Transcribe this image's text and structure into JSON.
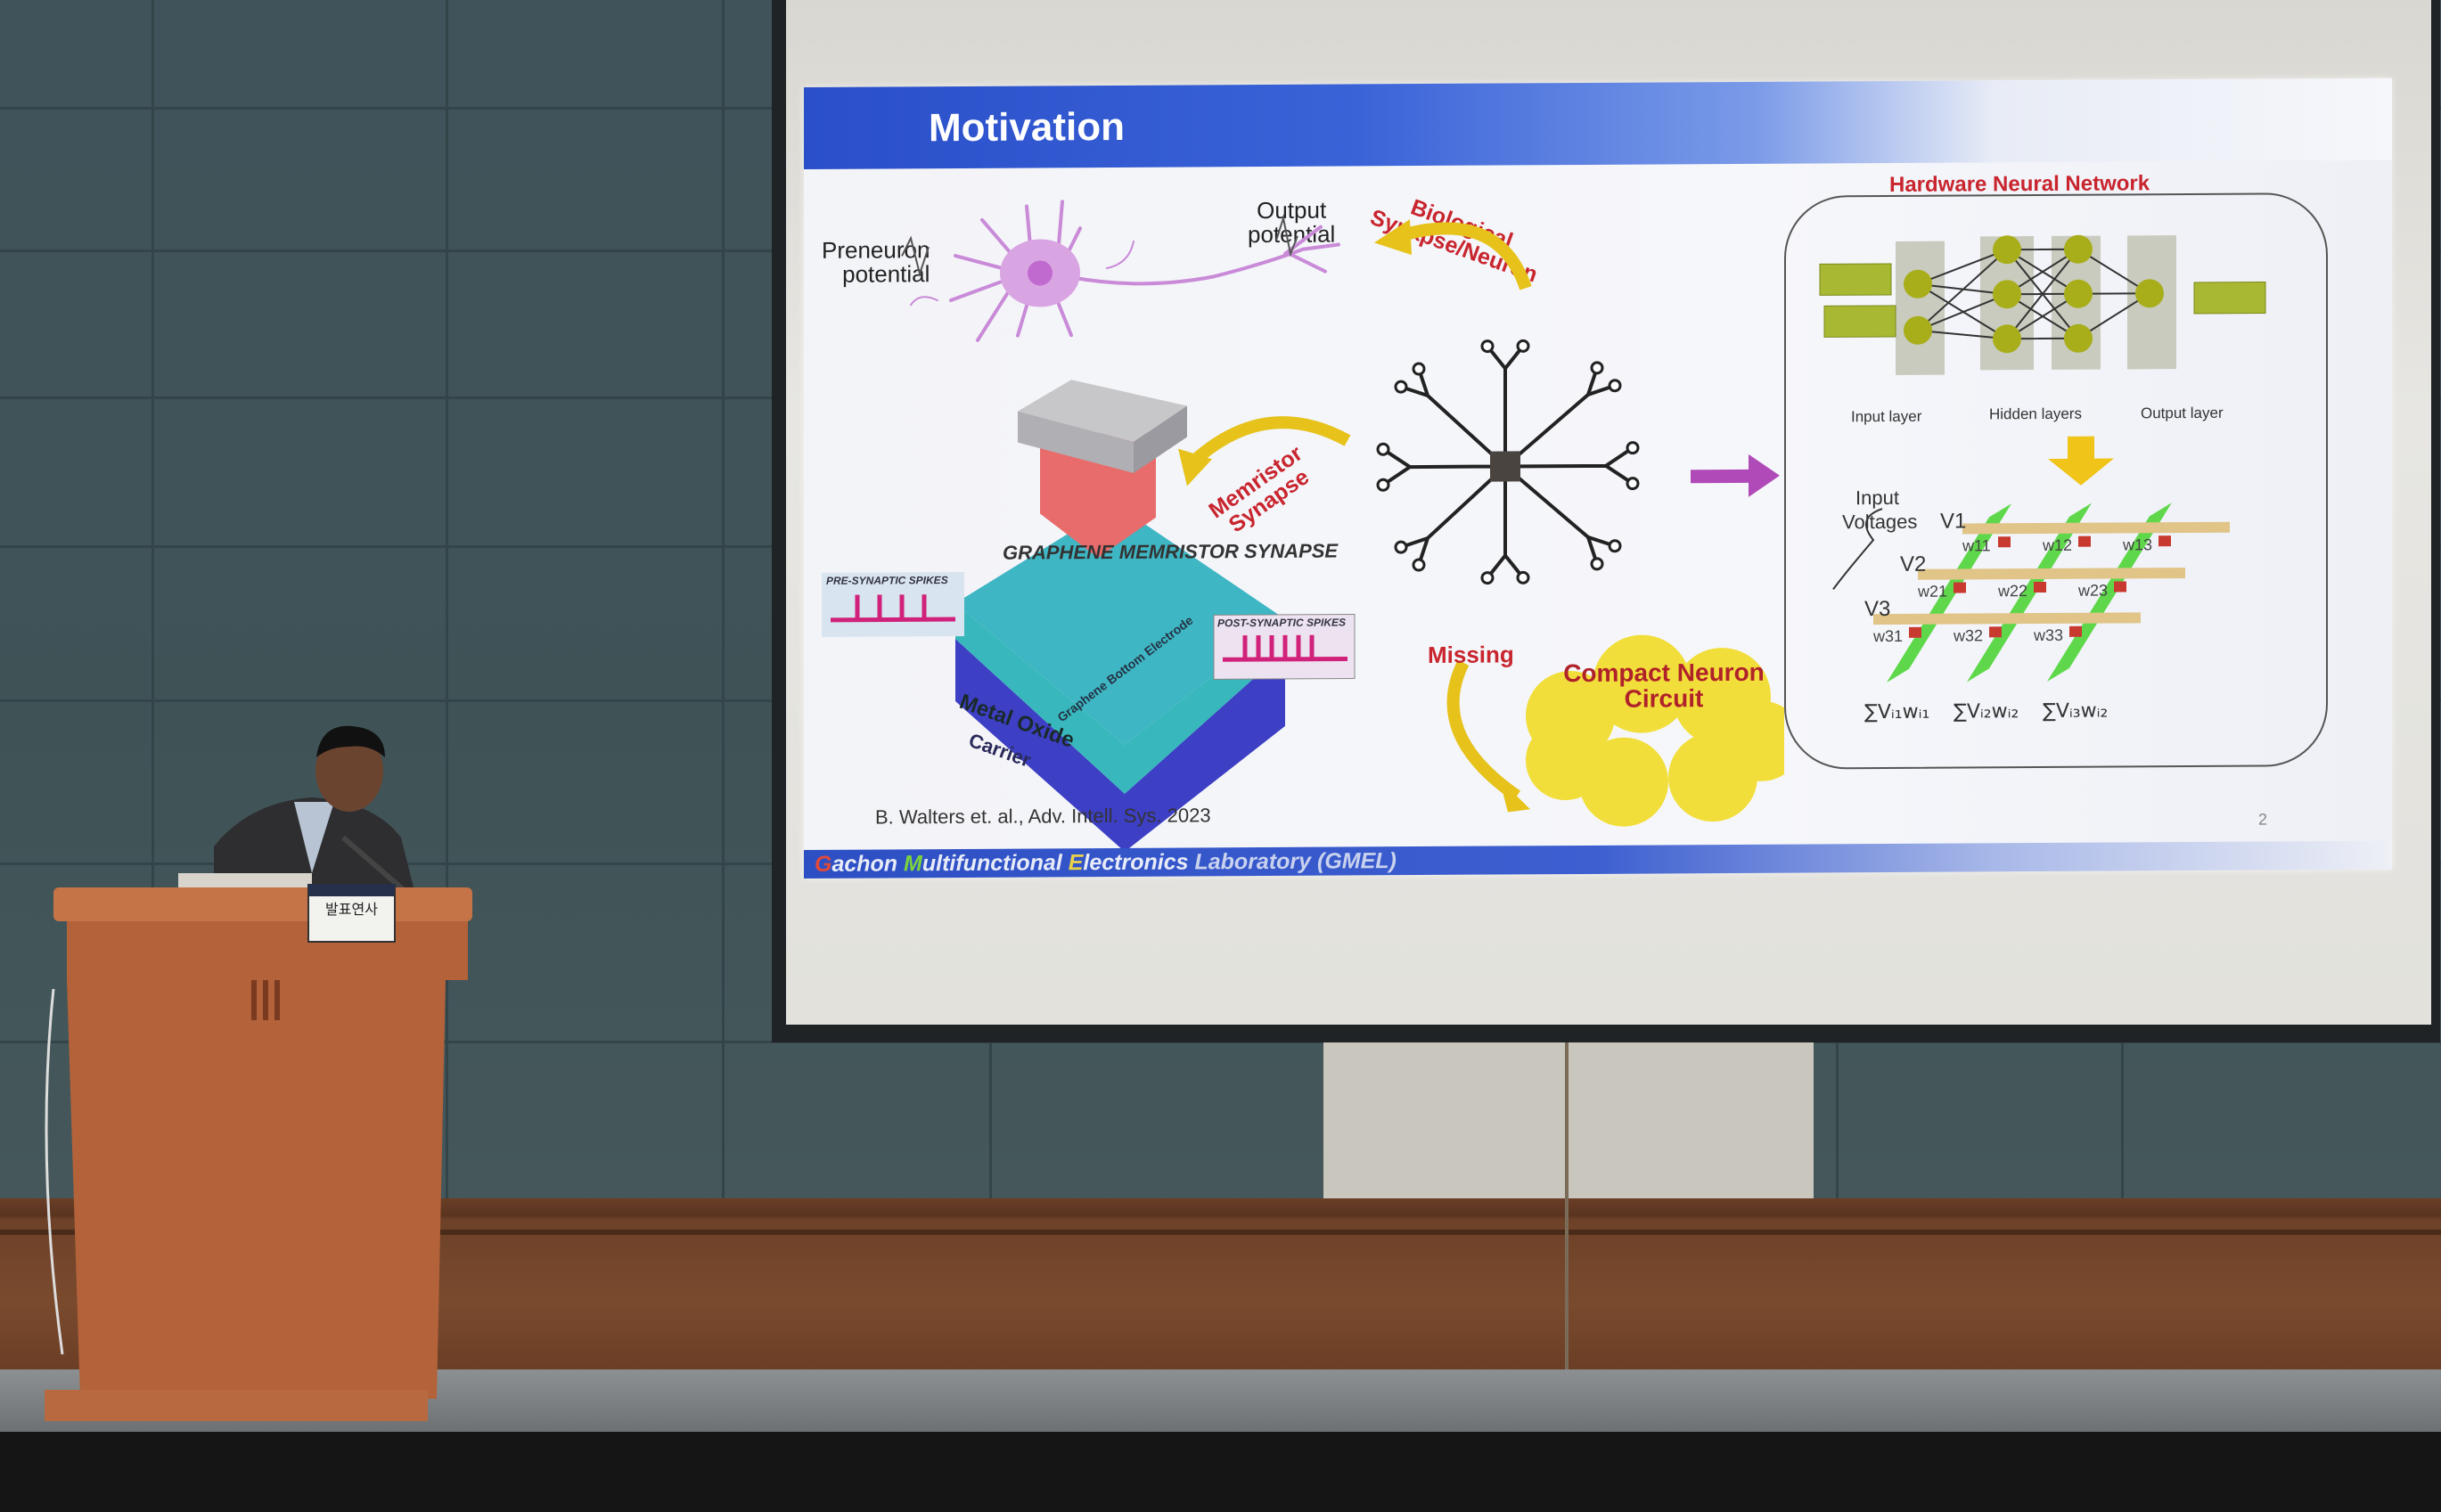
{
  "slide": {
    "title": "Motivation",
    "page_number": "2",
    "footer": {
      "g": "G",
      "achon": "achon ",
      "m": "M",
      "ultifunctional": "ultifunctional  ",
      "e": "E",
      "lectronics": "lectronics ",
      "laboratory": "Laboratory (GMEL)"
    },
    "biology": {
      "preneuron_line1": "Preneuron",
      "preneuron_line2": "potential",
      "output_line1": "Output",
      "output_line2": "potential",
      "bio_label_line1": "Biological",
      "bio_label_line2": "Synapse/Neuron",
      "memristor_label_line1": "Memristor",
      "memristor_label_line2": "Synapse"
    },
    "device": {
      "title": "GRAPHENE MEMRISTOR SYNAPSE",
      "pre_spikes": "PRE-SYNAPTIC SPIKES",
      "post_spikes": "POST-SYNAPTIC SPIKES",
      "electrode": "Graphene Bottom Electrode",
      "metal_oxide": "Metal Oxide",
      "carrier": "Carrier",
      "citation": "B. Walters et. al., Adv. Intell. Sys. 2023"
    },
    "missing_label": "Missing",
    "cloud_line1": "Compact Neuron",
    "cloud_line2": "Circuit",
    "hnn": {
      "title": "Hardware Neural Network",
      "input_layer": "Input layer",
      "hidden_layers": "Hidden layers",
      "output_layer": "Output layer",
      "input_line1": "Input",
      "input_line2": "Voltages",
      "v": [
        "V1",
        "V2",
        "V3"
      ],
      "weights": [
        "w11",
        "w12",
        "w13",
        "w21",
        "w22",
        "w23",
        "w31",
        "w32",
        "w33"
      ],
      "sums": [
        "∑Vᵢ₁wᵢ₁",
        "∑Vᵢ₂wᵢ₂",
        "∑Vᵢ₃wᵢ₂"
      ]
    }
  },
  "podium_sign": "발표연사",
  "colors": {
    "title_blue": "#2a4fc9",
    "accent_red": "#c8252e",
    "arrow_yellow": "#e6c21a",
    "cloud_yellow": "#f2de3a",
    "purple_arrow": "#b04ab8",
    "wall": "#3f5357",
    "wood": "#b5643a"
  }
}
